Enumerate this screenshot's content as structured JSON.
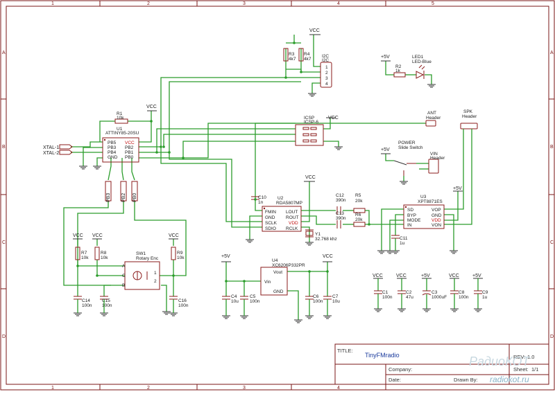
{
  "grid": {
    "cols": [
      "1",
      "2",
      "3",
      "4",
      "5"
    ],
    "rows": [
      "A",
      "B",
      "C",
      "D"
    ]
  },
  "power": {
    "vcc": "VCC",
    "p5v": "+5V"
  },
  "components": {
    "r1": {
      "ref": "R1",
      "val": "10k"
    },
    "r2": {
      "ref": "R2",
      "val": "1k"
    },
    "r3": {
      "ref": "R3",
      "val": "4k7"
    },
    "r4": {
      "ref": "R4",
      "val": "4k7"
    },
    "r5": {
      "ref": "R5",
      "val": "20k"
    },
    "r6": {
      "ref": "R6",
      "val": "20k"
    },
    "r7": {
      "ref": "R7",
      "val": "10k"
    },
    "r8": {
      "ref": "R8",
      "val": "10k"
    },
    "r9": {
      "ref": "R9",
      "val": "10k"
    },
    "c1": {
      "ref": "C1",
      "val": "100n"
    },
    "c2": {
      "ref": "C2",
      "val": "47u"
    },
    "c3": {
      "ref": "C3",
      "val": "1000uF"
    },
    "c4": {
      "ref": "C4",
      "val": "10u"
    },
    "c5": {
      "ref": "C5",
      "val": "100n"
    },
    "c6": {
      "ref": "C6",
      "val": "100n"
    },
    "c7": {
      "ref": "C7",
      "val": "10u"
    },
    "c8": {
      "ref": "C8",
      "val": "100n"
    },
    "c9": {
      "ref": "C9",
      "val": "1u"
    },
    "c10": {
      "ref": "C10",
      "val": "1n"
    },
    "c11": {
      "ref": "C11",
      "val": "1u"
    },
    "c12": {
      "ref": "C12",
      "val": "390n"
    },
    "c13": {
      "ref": "C13",
      "val": "390n"
    },
    "c14": {
      "ref": "C14",
      "val": "100n"
    },
    "c15": {
      "ref": "C15",
      "val": "100n"
    },
    "c16": {
      "ref": "C16",
      "val": "100n"
    },
    "y1": {
      "ref": "Y1",
      "val": "32.768 khz"
    },
    "led1": {
      "ref": "LED1",
      "val": "LED-Blue"
    },
    "u1": {
      "ref": "U1",
      "val": "ATTINY85-20SU",
      "pins_l": [
        "PB5",
        "PB3",
        "PB4",
        "GND"
      ],
      "pins_r": [
        "VCC",
        "PB2",
        "PB1",
        "PB0"
      ]
    },
    "u2": {
      "ref": "U2",
      "val": "RDA5807MP",
      "pins_l": [
        "FMIN",
        "GND",
        "SCLK",
        "SDIO"
      ],
      "pins_r": [
        "LOUT",
        "ROUT",
        "VDD",
        "RCLK"
      ]
    },
    "u3": {
      "ref": "U3",
      "val": "XPT8871ES",
      "pins_l": [
        "SD",
        "BYP",
        "MODE",
        "IN"
      ],
      "pins_r": [
        "VOP",
        "GND",
        "VDD",
        "VON"
      ]
    },
    "u4": {
      "ref": "U4",
      "val": "XC6206P332PR",
      "vout": "Vout",
      "vin": "Vin",
      "gnd": "GND"
    },
    "i2c": {
      "ref": "I2C",
      "val": "I2C",
      "pins": [
        "1",
        "2",
        "3",
        "4"
      ]
    },
    "icsp": {
      "ref": "ICSP",
      "val": "ICSP-6"
    },
    "ant": {
      "ref": "ANT",
      "val": "Header"
    },
    "spk": {
      "ref": "SPK",
      "val": "Header"
    },
    "power_sw": {
      "ref": "POWER",
      "val": "Slide Switch"
    },
    "vin": {
      "ref": "VIN",
      "val": "Header"
    },
    "sw1": {
      "ref": "SW1",
      "val": "Rotary Enc",
      "pins": [
        "A",
        "C",
        "B",
        "1",
        "2"
      ]
    }
  },
  "nets": {
    "xtal1": "XTAL-1",
    "xtal2": "XTAL-2",
    "pb3": "PB3",
    "pb2": "PB2",
    "pb0": "PB0"
  },
  "title_block": {
    "title_label": "TITLE:",
    "title": "TinyFMradio",
    "rev_label": "REV:",
    "rev": "1.0",
    "company_label": "Company:",
    "sheet_label": "Sheet:",
    "sheet": "1/1",
    "date_label": "Date:",
    "drawn_label": "Drawn By:"
  },
  "watermark": {
    "site": "radiokot.ru",
    "logo": "РадиоКОТ"
  }
}
